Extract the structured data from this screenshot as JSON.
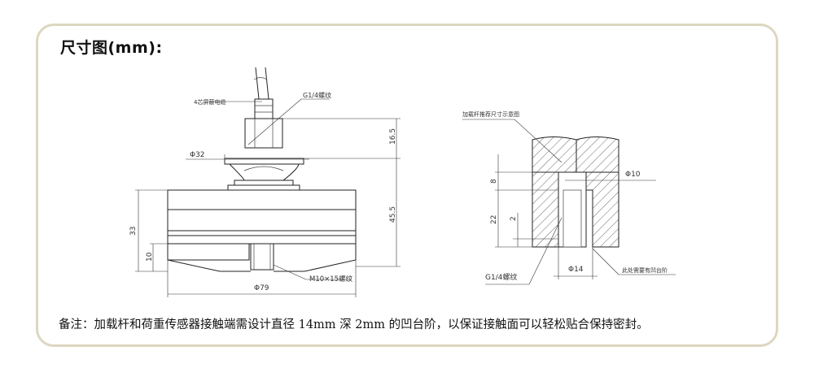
{
  "header": {
    "title": "尺寸图(mm):"
  },
  "drawing_left": {
    "cable_label": "4芯屏蔽电缆",
    "thread_label": "G1/4螺纹",
    "dia32": "Φ32",
    "h16_5": "16.5",
    "h45_5": "45.5",
    "h33": "33",
    "h10": "10",
    "thread_m10": "M10×15螺纹",
    "dia79": "Φ79"
  },
  "drawing_right": {
    "rod_label": "加载杆推荐尺寸示意图",
    "dia10": "Φ10",
    "h8": "8",
    "h22": "22",
    "h2": "2",
    "thread_label": "G1/4螺纹",
    "dia14": "Φ14",
    "recess_label": "此处需要有凹台阶"
  },
  "footer": {
    "note": "备注：加载杆和荷重传感器接触端需设计直径 14mm 深 2mm 的凹台阶，以保证接触面可以轻松贴合保持密封。"
  }
}
